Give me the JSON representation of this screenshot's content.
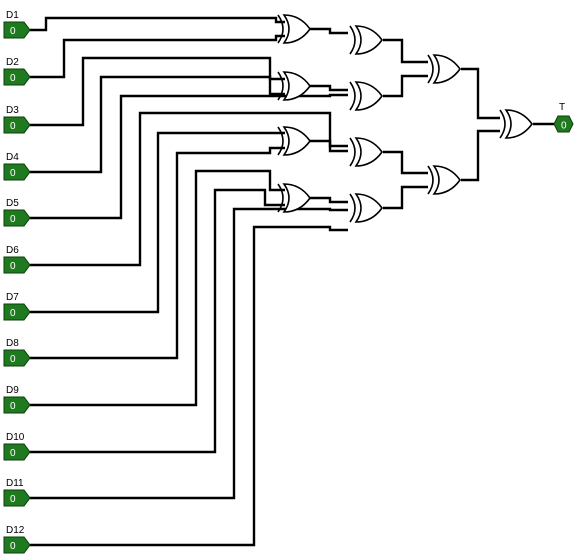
{
  "inputs": [
    {
      "label": "D1",
      "value": "0"
    },
    {
      "label": "D2",
      "value": "0"
    },
    {
      "label": "D3",
      "value": "0"
    },
    {
      "label": "D4",
      "value": "0"
    },
    {
      "label": "D5",
      "value": "0"
    },
    {
      "label": "D6",
      "value": "0"
    },
    {
      "label": "D7",
      "value": "0"
    },
    {
      "label": "D8",
      "value": "0"
    },
    {
      "label": "D9",
      "value": "0"
    },
    {
      "label": "D10",
      "value": "0"
    },
    {
      "label": "D11",
      "value": "0"
    },
    {
      "label": "D12",
      "value": "0"
    }
  ],
  "output": {
    "label": "T",
    "value": "0"
  },
  "gates": {
    "type": "XOR",
    "stage1_count": 4,
    "stage2_count": 4,
    "stage3_count": 2,
    "stage4_count": 1
  },
  "colors": {
    "pin": "#1f7a1f",
    "wire": "#000000",
    "background": "#ffffff"
  }
}
